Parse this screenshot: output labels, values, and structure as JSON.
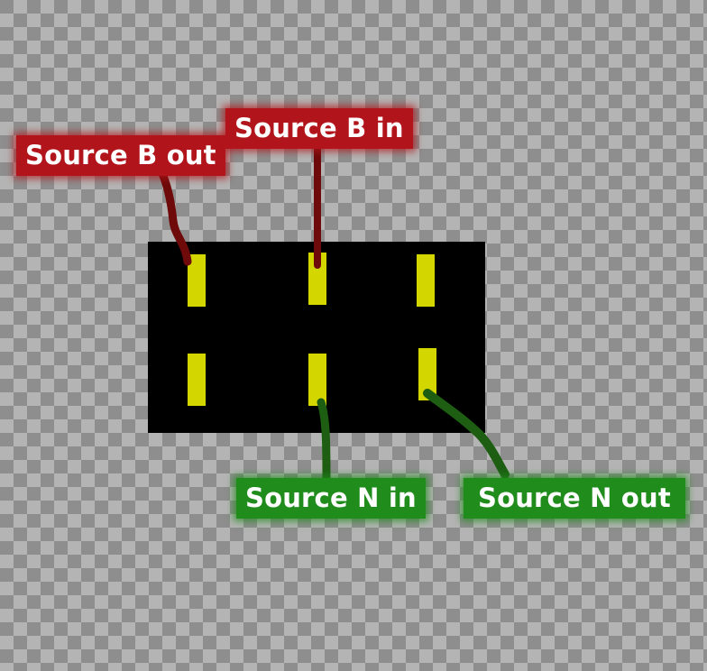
{
  "labels": {
    "source_b_out": "Source B out",
    "source_b_in": "Source B in",
    "source_n_in": "Source N in",
    "source_n_out": "Source N out"
  },
  "colors": {
    "switch_body": "#000000",
    "terminal": "#d4d600",
    "source_b_label": "#b1151b",
    "source_b_wire": "#6e0a0a",
    "source_n_label": "#1f8c1c",
    "source_n_wire": "#1d5e12"
  }
}
